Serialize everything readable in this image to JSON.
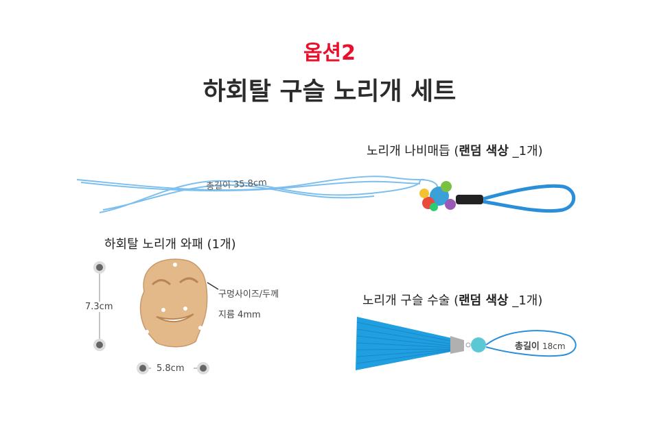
{
  "header": {
    "option": "옵션2",
    "title": "하회탈 구슬 노리개 세트"
  },
  "knot": {
    "label_prefix": "노리개 나비매듭 (",
    "label_bold": "랜덤 색상",
    "label_suffix": " _1개)",
    "length": "총길이 35.8cm"
  },
  "mask": {
    "label": "하회탈 노리개 와패 (1개)",
    "height": "7.3cm",
    "width": "5.8cm",
    "hole_label": "구멍사이즈/두께",
    "hole_value": "지름 4mm"
  },
  "tassel": {
    "label_prefix": "노리개 구슬 수술 (",
    "label_bold": "랜덤 색상",
    "label_suffix": " _1개)",
    "length_prefix": "총길이",
    "length_value": "18cm"
  },
  "colors": {
    "accent": "#e8102a",
    "cord": "#6fb5ea",
    "tassel": "#1f9ee0",
    "wood": "#e3b98a"
  }
}
